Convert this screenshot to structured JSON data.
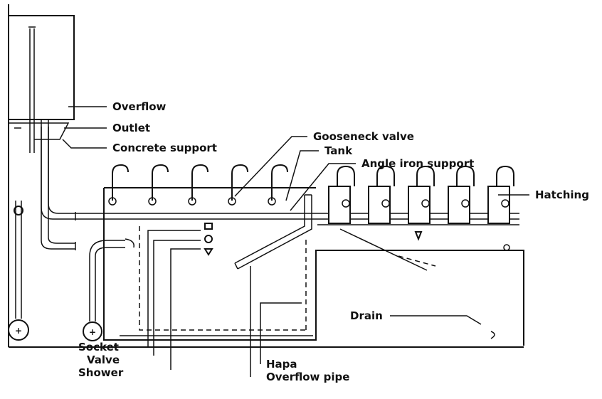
{
  "diagram": {
    "labels": {
      "overflow": "Overflow",
      "outlet": "Outlet",
      "concrete_support": "Concrete support",
      "gooseneck_valve": "Gooseneck valve",
      "tank": "Tank",
      "angle_iron_support": "Angle iron support",
      "hatching": "Hatching",
      "drain": "Drain",
      "socket": "Socket",
      "valve": "Valve",
      "shower": "Shower",
      "hapa": "Hapa",
      "overflow_pipe": "Overflow pipe"
    }
  }
}
